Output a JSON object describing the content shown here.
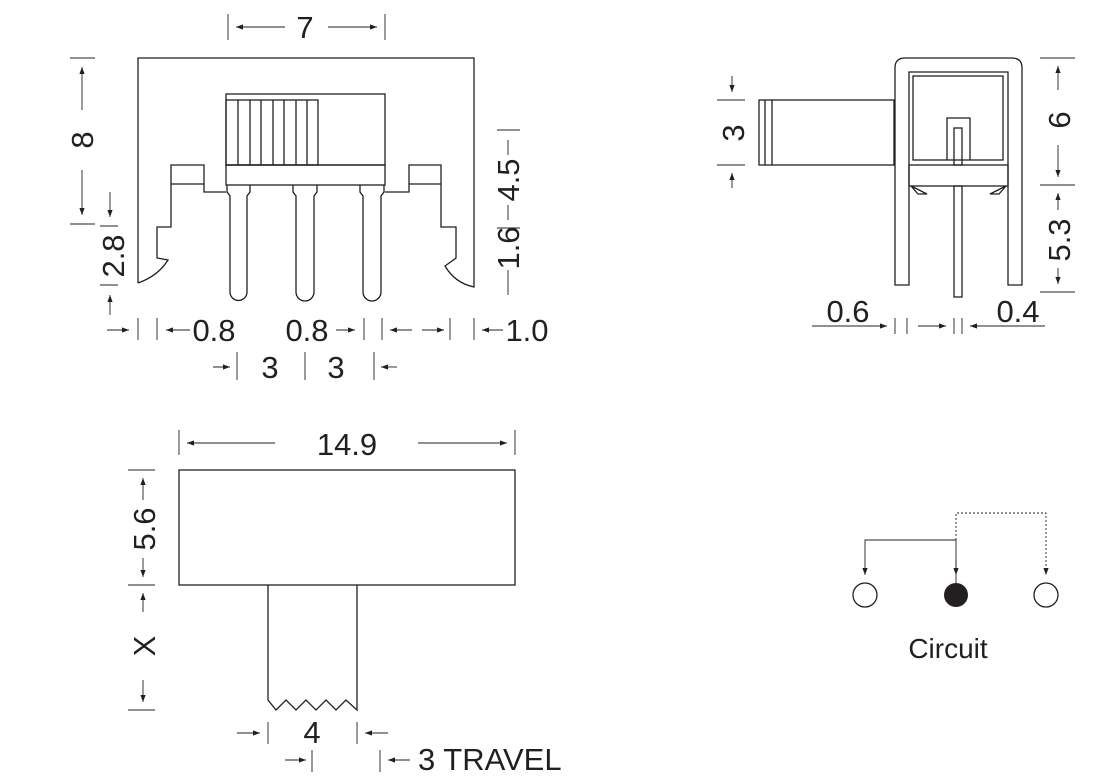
{
  "front_view": {
    "width_dim": "7",
    "height_dim": "8",
    "leg_dim": "2.8",
    "right_dim_top": "4.5",
    "right_dim_bottom": "1.6",
    "pin_width_left": "0.8",
    "pin_width_mid": "0.8",
    "edge_dim": "1.0",
    "pitch_left": "3",
    "pitch_right": "3"
  },
  "side_view": {
    "actuator_dim": "3",
    "body_height_dim": "6",
    "pin_length_dim": "5.3",
    "frame_thickness_dim": "0.6",
    "pin_thickness_dim": "0.4"
  },
  "top_view": {
    "length_dim": "14.9",
    "depth_dim": "5.6",
    "actuator_length_dim": "X",
    "actuator_width_dim": "4",
    "travel_dim": "3 TRAVEL"
  },
  "circuit": {
    "label": "Circuit"
  }
}
